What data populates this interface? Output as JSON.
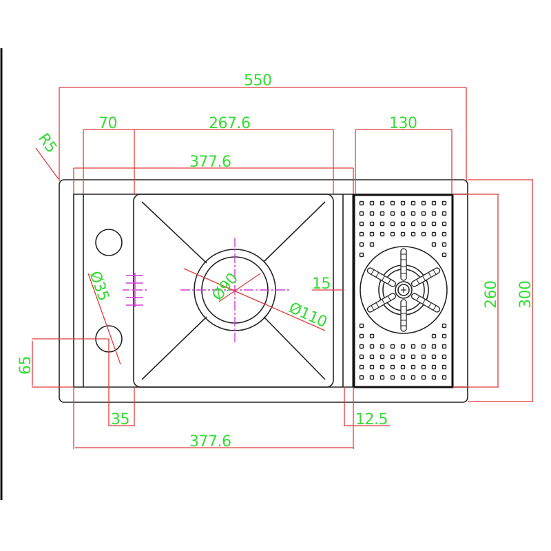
{
  "title": "Bar sink with glass rinser - dimensioned plan view",
  "colors": {
    "object_lines": "#222222",
    "dimension_lines": "#e23b3b",
    "dimension_text": "#33dd33",
    "center_lines": "#d23bd2",
    "background": "#ffffff"
  },
  "dimensions": {
    "overall_width": "550",
    "overall_depth": "300",
    "inner_depth": "260",
    "deck_width": "70",
    "bowl_width": "267.6",
    "drainer_width": "130",
    "top_span": "377.6",
    "bottom_span": "377.6",
    "corner_radius": "R5",
    "tap_hole_diameter": "Ø35",
    "drain_inner_diameter": "Ø90",
    "drain_outer_diameter": "Ø110",
    "divider_offset": "15",
    "tap_hole_offset_y": "65",
    "tap_hole_offset_x": "35",
    "divider_gap": "12.5"
  },
  "components": {
    "sink_bowl": "main-bowl",
    "drain": "center-drain",
    "tap_holes": [
      "tap-hole-upper",
      "tap-hole-lower"
    ],
    "drainer": "perforated-drainer-with-glass-rinser"
  }
}
